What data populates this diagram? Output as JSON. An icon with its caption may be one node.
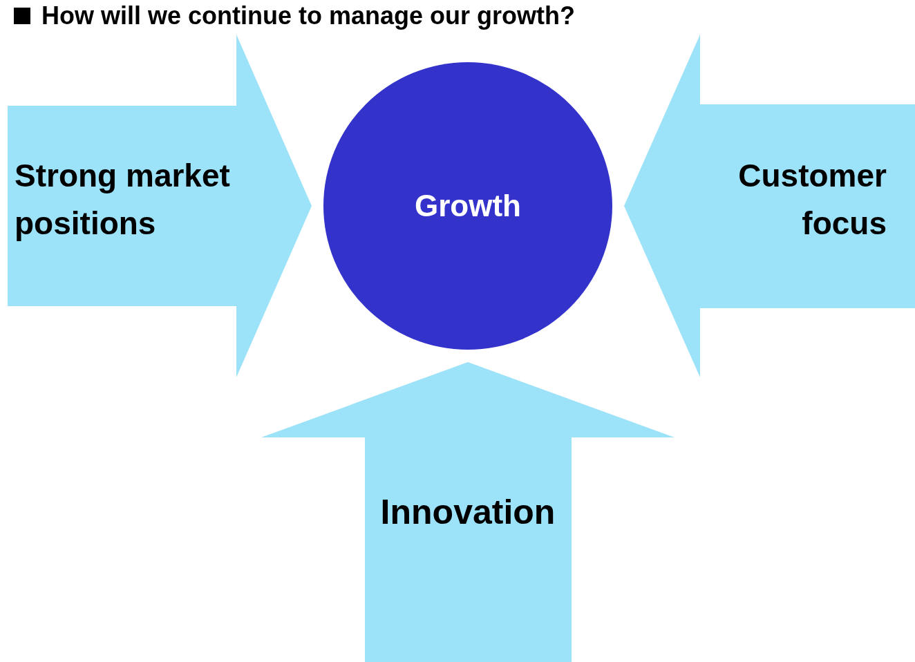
{
  "diagram": {
    "title": "How will we continue to manage our growth?",
    "nodes": [
      {
        "text": [
          "Strong market positions"
        ]
      },
      {
        "text": [
          "Growth"
        ]
      },
      {
        "text": [
          "Customer focus"
        ]
      },
      {
        "text": [
          "Innovation"
        ]
      }
    ]
  }
}
